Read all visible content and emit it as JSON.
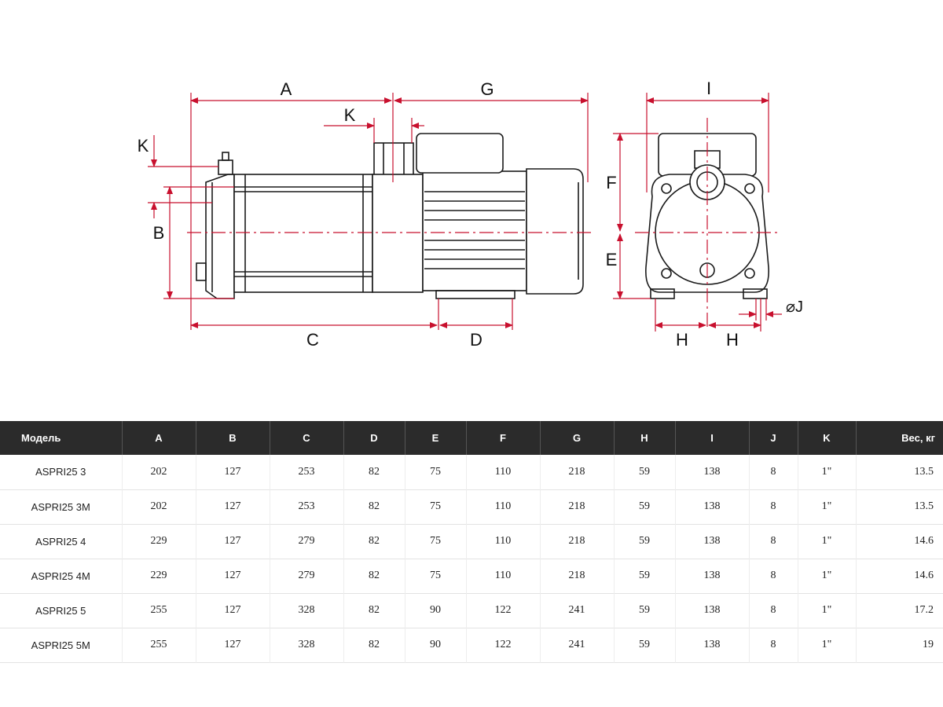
{
  "drawing": {
    "labels": {
      "A": "A",
      "G": "G",
      "K_top": "K",
      "K_left": "K",
      "B": "B",
      "C": "C",
      "D": "D",
      "I": "I",
      "F": "F",
      "E": "E",
      "H_left": "H",
      "H_right": "H",
      "J": "⌀J"
    },
    "colors": {
      "dimension": "#c8102e",
      "outline": "#1a1a1a"
    }
  },
  "table": {
    "headers": [
      "Модель",
      "A",
      "B",
      "C",
      "D",
      "E",
      "F",
      "G",
      "H",
      "I",
      "J",
      "K",
      "Вес, кг"
    ],
    "rows": [
      [
        "ASPRI25 3",
        "202",
        "127",
        "253",
        "82",
        "75",
        "110",
        "218",
        "59",
        "138",
        "8",
        "1\"",
        "13.5"
      ],
      [
        "ASPRI25 3M",
        "202",
        "127",
        "253",
        "82",
        "75",
        "110",
        "218",
        "59",
        "138",
        "8",
        "1\"",
        "13.5"
      ],
      [
        "ASPRI25 4",
        "229",
        "127",
        "279",
        "82",
        "75",
        "110",
        "218",
        "59",
        "138",
        "8",
        "1\"",
        "14.6"
      ],
      [
        "ASPRI25 4M",
        "229",
        "127",
        "279",
        "82",
        "75",
        "110",
        "218",
        "59",
        "138",
        "8",
        "1\"",
        "14.6"
      ],
      [
        "ASPRI25 5",
        "255",
        "127",
        "328",
        "82",
        "90",
        "122",
        "241",
        "59",
        "138",
        "8",
        "1\"",
        "17.2"
      ],
      [
        "ASPRI25 5M",
        "255",
        "127",
        "328",
        "82",
        "90",
        "122",
        "241",
        "59",
        "138",
        "8",
        "1\"",
        "19"
      ]
    ],
    "header_bg": "#2b2b2b"
  }
}
